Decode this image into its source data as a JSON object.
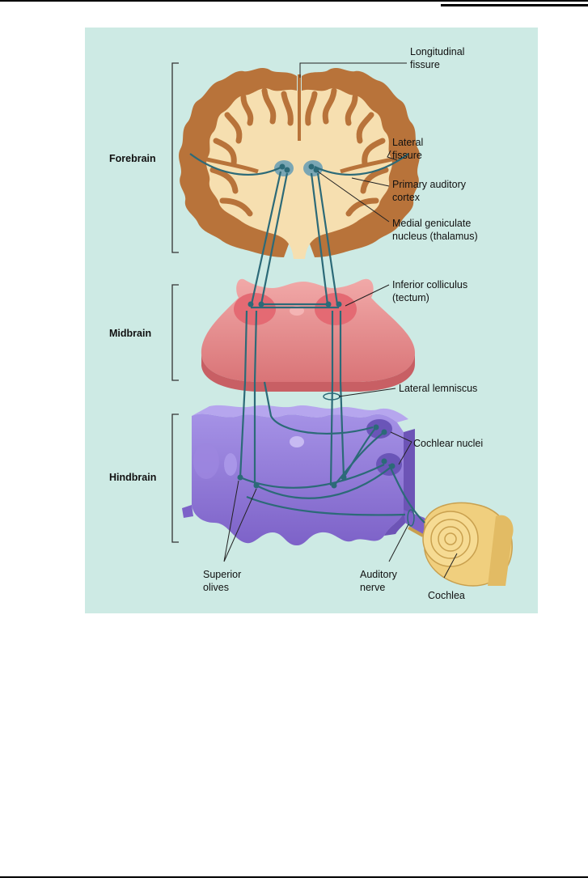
{
  "regions": {
    "forebrain": "Forebrain",
    "midbrain": "Midbrain",
    "hindbrain": "Hindbrain"
  },
  "labels": {
    "longitudinal_fissure": [
      "Longitudinal",
      "fissure"
    ],
    "lateral_fissure": [
      "Lateral",
      "fissure"
    ],
    "primary_auditory_cortex": [
      "Primary auditory",
      "cortex"
    ],
    "medial_geniculate": [
      "Medial geniculate",
      "nucleus (thalamus)"
    ],
    "inferior_colliculus": [
      "Inferior colliculus",
      "(tectum)"
    ],
    "lateral_lemniscus": [
      "Lateral lemniscus"
    ],
    "cochlear_nuclei": [
      "Cochlear nuclei"
    ],
    "superior_olives": [
      "Superior",
      "olives"
    ],
    "auditory_nerve": [
      "Auditory",
      "nerve"
    ],
    "cochlea": [
      "Cochlea"
    ]
  },
  "colors": {
    "panel_bg": "#cdeae4",
    "cortex_gray": "#b8733a",
    "white_matter": "#f6dfb0",
    "midbrain": "#e58f90",
    "hindbrain": "#8f76d6",
    "pathway": "#2c6a78",
    "cochlea": "#f0cf7e"
  }
}
